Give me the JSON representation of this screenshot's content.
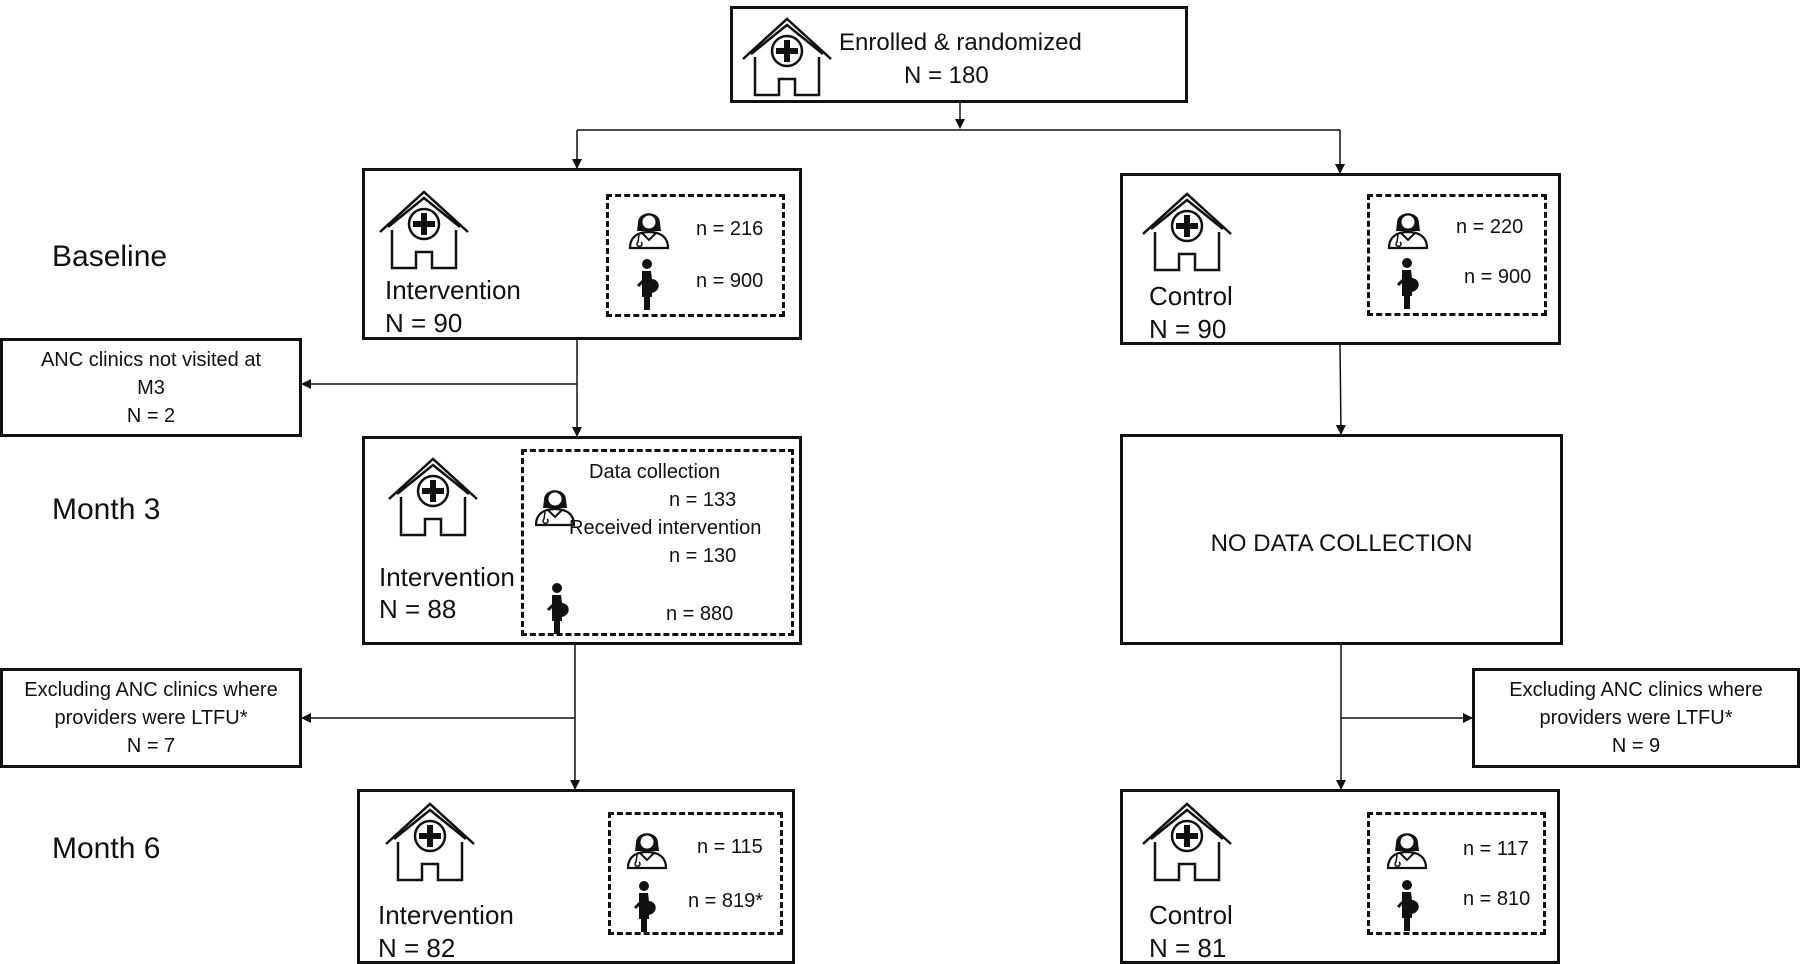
{
  "top": {
    "title": "Enrolled & randomized",
    "n": "N = 180"
  },
  "stages": {
    "baseline": "Baseline",
    "month3": "Month 3",
    "month6": "Month 6"
  },
  "baseline": {
    "intervention": {
      "label": "Intervention",
      "n": "N = 90",
      "providers": "n = 216",
      "women": "n = 900"
    },
    "control": {
      "label": "Control",
      "n": "N = 90",
      "providers": "n = 220",
      "women": "n = 900"
    }
  },
  "side1": {
    "line1": "ANC clinics not visited at",
    "line2": "M3",
    "n": "N = 2"
  },
  "month3": {
    "intervention": {
      "label": "Intervention",
      "n": "N = 88",
      "data_collection": "Data collection",
      "dc_n": "n = 133",
      "received": "Received intervention",
      "rec_n": "n = 130",
      "women": "n = 880"
    },
    "control": {
      "text": "NO DATA COLLECTION"
    }
  },
  "side2": {
    "line1": "Excluding ANC clinics where",
    "line2": "providers were LTFU*",
    "n": "N = 7"
  },
  "side3": {
    "line1": "Excluding ANC clinics where",
    "line2": "providers were LTFU*",
    "n": "N = 9"
  },
  "month6": {
    "intervention": {
      "label": "Intervention",
      "n": "N = 82",
      "providers": "n = 115",
      "women": "n = 819*"
    },
    "control": {
      "label": "Control",
      "n": "N = 81",
      "providers": "n = 117",
      "women": "n = 810"
    }
  },
  "icons": [
    "clinic-house-icon",
    "health-provider-icon",
    "pregnant-woman-icon"
  ]
}
